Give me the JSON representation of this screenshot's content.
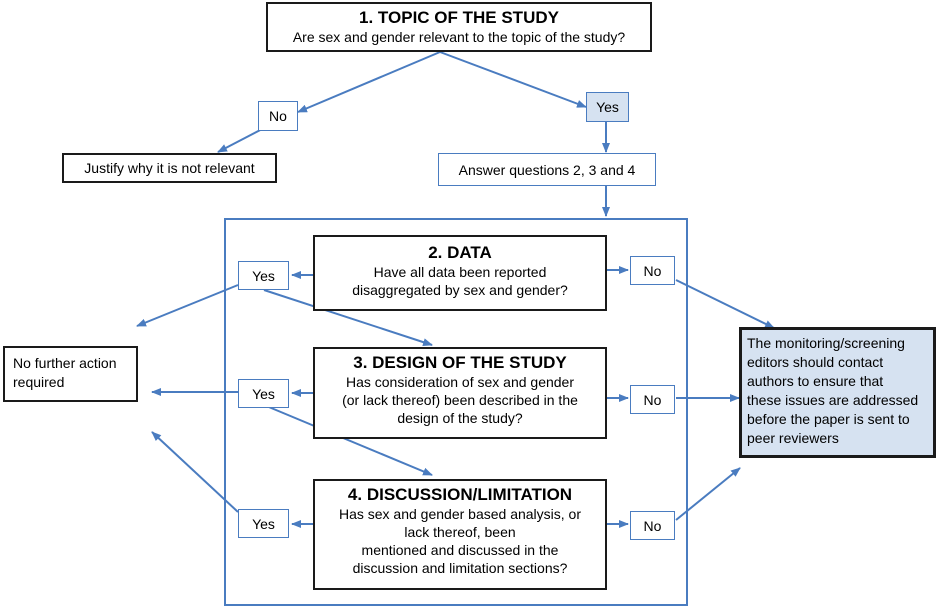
{
  "topic": {
    "title": "1. TOPIC OF THE STUDY",
    "question": "Are sex and gender relevant to the topic of the study?"
  },
  "top_no": "No",
  "top_yes": "Yes",
  "justify": "Justify why it is not relevant",
  "answer": "Answer questions 2, 3 and 4",
  "data_box": {
    "title": "2. DATA",
    "lines": [
      "Have all data been reported",
      "disaggregated by sex and gender?"
    ]
  },
  "design_box": {
    "title": "3. DESIGN OF THE STUDY",
    "lines": [
      "Has consideration of sex and gender",
      "(or lack thereof) been described in the",
      "design of the study?"
    ]
  },
  "discussion_box": {
    "title": "4. DISCUSSION/LIMITATION",
    "lines": [
      "Has sex and gender based analysis, or",
      "lack thereof, been",
      "mentioned and discussed in the",
      "discussion and limitation sections?"
    ]
  },
  "yes_label": "Yes",
  "no_label": "No",
  "no_further": [
    "No further action",
    "required"
  ],
  "monitoring": [
    "The monitoring/screening",
    "editors should contact",
    "authors to ensure that",
    "these issues are addressed",
    "before the paper is sent to",
    "peer reviewers"
  ],
  "colors": {
    "arrow": "#4a7cc0",
    "highlight": "#d6e2f1",
    "border_dark": "#1a1a1a"
  }
}
